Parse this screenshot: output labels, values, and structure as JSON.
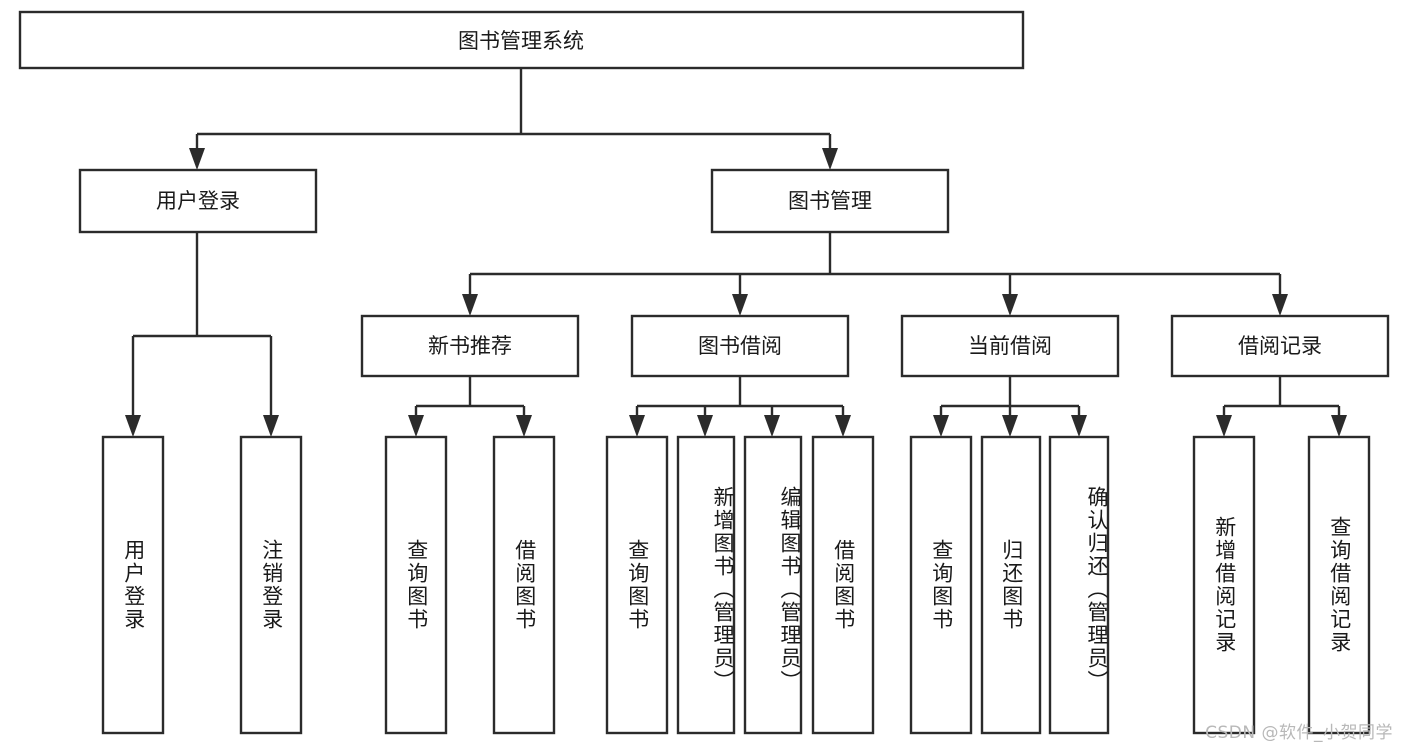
{
  "diagram": {
    "type": "tree-hierarchy",
    "title": "图书管理系统",
    "root": {
      "id": "root",
      "label": "图书管理系统",
      "level": 1
    },
    "level2": [
      {
        "id": "user-login",
        "label": "用户登录"
      },
      {
        "id": "book-manage",
        "label": "图书管理"
      }
    ],
    "level3": [
      {
        "id": "new-book-rec",
        "label": "新书推荐",
        "parent": "book-manage"
      },
      {
        "id": "book-borrow",
        "label": "图书借阅",
        "parent": "book-manage"
      },
      {
        "id": "current-borrow",
        "label": "当前借阅",
        "parent": "book-manage"
      },
      {
        "id": "borrow-record",
        "label": "借阅记录",
        "parent": "book-manage"
      }
    ],
    "leaves": [
      {
        "id": "leaf-user-login",
        "label": "用户登录",
        "parent": "user-login"
      },
      {
        "id": "leaf-user-logout",
        "label": "注销登录",
        "parent": "user-login"
      },
      {
        "id": "leaf-query-book-1",
        "label": "查询图书",
        "parent": "new-book-rec"
      },
      {
        "id": "leaf-borrow-book-1",
        "label": "借阅图书",
        "parent": "new-book-rec"
      },
      {
        "id": "leaf-query-book-2",
        "label": "查询图书",
        "parent": "book-borrow"
      },
      {
        "id": "leaf-add-book",
        "label": "新增图书（管理员）",
        "parent": "book-borrow"
      },
      {
        "id": "leaf-edit-book",
        "label": "编辑图书（管理员）",
        "parent": "book-borrow"
      },
      {
        "id": "leaf-borrow-book-2",
        "label": "借阅图书",
        "parent": "book-borrow"
      },
      {
        "id": "leaf-query-book-3",
        "label": "查询图书",
        "parent": "current-borrow"
      },
      {
        "id": "leaf-return-book",
        "label": "归还图书",
        "parent": "current-borrow"
      },
      {
        "id": "leaf-confirm-return",
        "label": "确认归还（管理员）",
        "parent": "current-borrow"
      },
      {
        "id": "leaf-add-record",
        "label": "新增借阅记录",
        "parent": "borrow-record"
      },
      {
        "id": "leaf-query-record",
        "label": "查询借阅记录",
        "parent": "borrow-record"
      }
    ],
    "colors": {
      "background": "#ffffff",
      "box_fill": "#ffffff",
      "box_stroke": "#2b2b2b",
      "text": "#1a1a1a",
      "connector": "#2b2b2b",
      "watermark": "#b8b8b8"
    }
  },
  "watermark": {
    "text": "CSDN @软件_小贺同学"
  }
}
